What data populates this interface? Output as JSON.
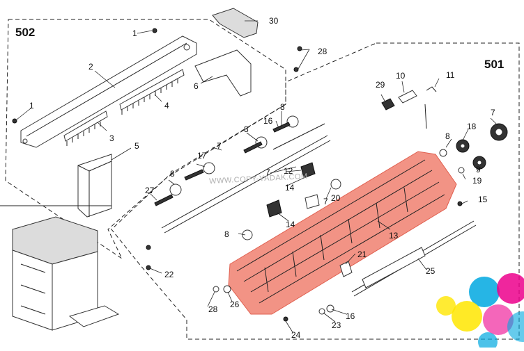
{
  "group_labels": {
    "g502": "502",
    "g501": "501"
  },
  "watermark": "WWW.COPY-YADAK.COM",
  "callouts": [
    "1",
    "30",
    "2",
    "28",
    "6",
    "4",
    "1",
    "3",
    "5",
    "501",
    "10",
    "11",
    "29",
    "8",
    "8",
    "7",
    "8",
    "18",
    "16",
    "17",
    "7",
    "8",
    "7",
    "9",
    "12",
    "19",
    "8",
    "20",
    "14",
    "15",
    "27",
    "7",
    "14",
    "13",
    "21",
    "25",
    "22",
    "28",
    "26",
    "16",
    "23",
    "24",
    "27"
  ],
  "highlight_color": "#f08070"
}
